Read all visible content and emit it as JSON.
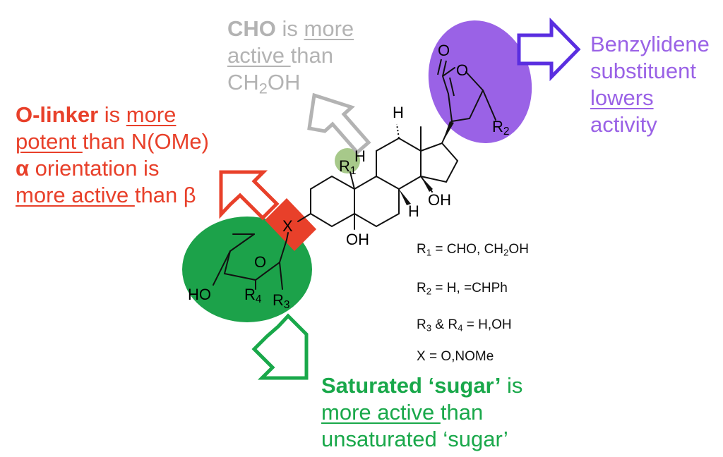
{
  "annotations": {
    "cho": {
      "bold": "CHO",
      "line1_mid": " is ",
      "line1_under": "more",
      "line2_under": "active ",
      "line2_rest": "than",
      "line3_main": "CH",
      "line3_sub": "2",
      "line3_end": "OH"
    },
    "linker": {
      "bold": "O-linker",
      "line1_mid": " is ",
      "line1_under": "more",
      "line2_under": "potent ",
      "line2_rest": "than N(OMe)",
      "line3_bold": "α",
      "line3_rest": " orientation is",
      "line4_under": "more active ",
      "line4_rest": "than β"
    },
    "benzylidene": {
      "line1": "Benzylidene",
      "line2": "substituent",
      "line3_under": "lowers",
      "line4": "activity"
    },
    "sugar": {
      "bold": "Saturated ‘sugar’",
      "line1_rest": " is",
      "line2_under": "more active ",
      "line2_rest": "than",
      "line3": "unsaturated ‘sugar’"
    }
  },
  "structure_labels": {
    "h_top": "H",
    "h_ring": "H",
    "r1": "R",
    "r1_sub": "1",
    "oh_c14": "OH",
    "h_c8": "H",
    "oh_c5": "OH",
    "x_link": "X",
    "ring_o_sugar": "O",
    "ho_sugar": "HO",
    "r4": "R",
    "r4_sub": "4",
    "r3": "R",
    "r3_sub": "3",
    "lactone_o_carbonyl": "O",
    "lactone_o_ring": "O",
    "r2": "R",
    "r2_sub": "2"
  },
  "legend": {
    "r1_a": "R",
    "r1_sub": "1",
    "r1_b": " = CHO, CH",
    "r1_sub2": "2",
    "r1_c": "OH",
    "r2_a": "R",
    "r2_sub": "2",
    "r2_b": " = H, =CHPh",
    "r34_a": "R",
    "r34_sub": "3",
    "r34_b": " & R",
    "r34_sub2": "4",
    "r34_c": " = H,OH",
    "x_def": "X = O,NOMe"
  },
  "colors": {
    "red": "#e8402a",
    "gray": "#b3b3b3",
    "purple": "#9a62e6",
    "arrow_purple": "#5a2ee0",
    "green": "#19a84a",
    "green_fill": "#1ca24a",
    "olive": "#a7c98a"
  }
}
